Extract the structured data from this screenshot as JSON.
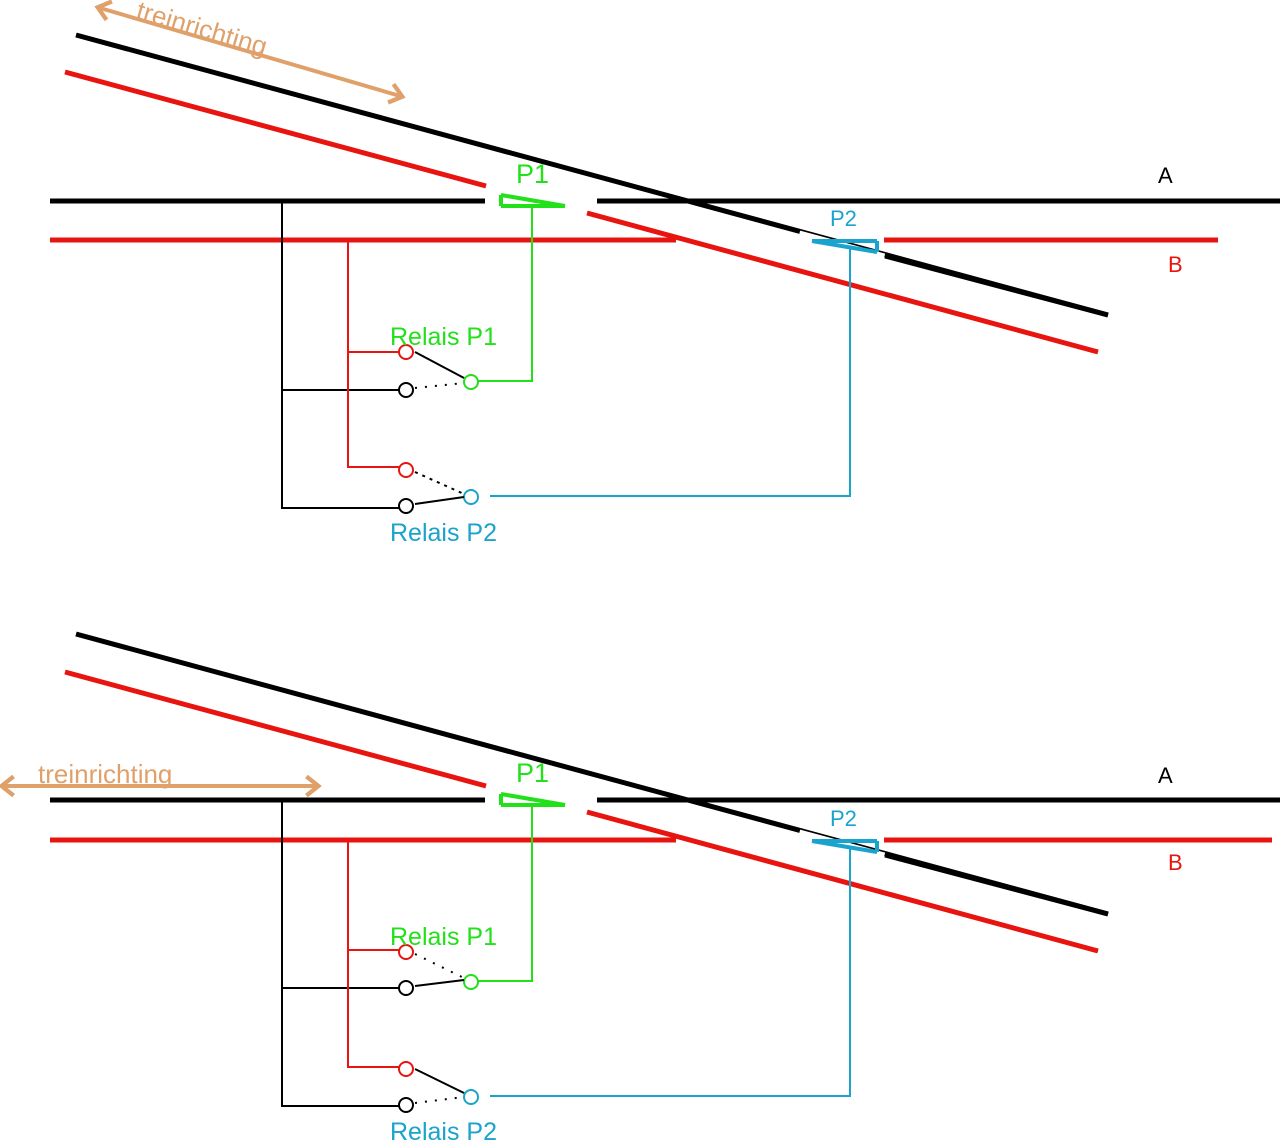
{
  "colors": {
    "rail_a": "#000000",
    "rail_b": "#e8140f",
    "p1": "#22e01a",
    "p2": "#1aa3cc",
    "direction": "#e0a06a",
    "label_a": "#000000",
    "label_b": "#e8140f"
  },
  "panels": [
    {
      "direction_label": "treinrichting",
      "rail_a_label": "A",
      "rail_b_label": "B",
      "p1_label": "P1",
      "p2_label": "P2",
      "relay_p1_label": "Relais P1",
      "relay_p2_label": "Relais P2",
      "relay_p1_contact": "red",
      "relay_p2_contact": "black"
    },
    {
      "direction_label": "treinrichting",
      "rail_a_label": "A",
      "rail_b_label": "B",
      "p1_label": "P1",
      "p2_label": "P2",
      "relay_p1_label": "Relais P1",
      "relay_p2_label": "Relais P2",
      "relay_p1_contact": "black",
      "relay_p2_contact": "red"
    }
  ]
}
